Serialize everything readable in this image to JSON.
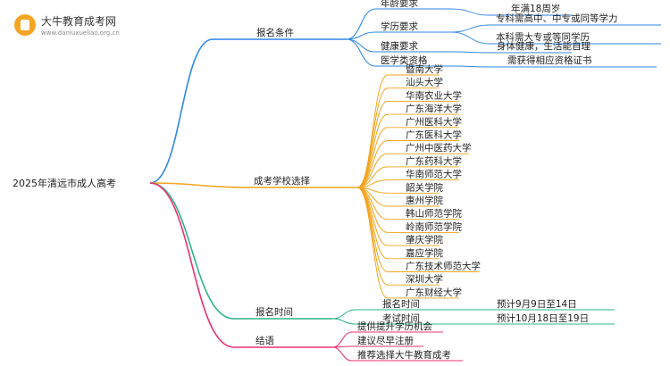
{
  "brand": {
    "name": "大牛教育成考网",
    "url": "www.daniuxueliao.org.cn",
    "logo_icon": "book-logo-icon"
  },
  "root": "2025年清远市成人高考",
  "colors": {
    "blue": "#2f86e6",
    "orange": "#f2a51c",
    "green": "#2fb48a",
    "pink": "#e8336f"
  },
  "branches": [
    {
      "label": "报名条件",
      "children": [
        {
          "label": "年龄要求",
          "children": [
            "年满18周岁"
          ]
        },
        {
          "label": "学历要求",
          "children": [
            "专科需高中、中专或同等学力",
            "本科需大专或等同学历"
          ]
        },
        {
          "label": "健康要求",
          "children": [
            "身体健康，生活能自理"
          ]
        },
        {
          "label": "医学类资格",
          "children": [
            "需获得相应资格证书"
          ]
        }
      ]
    },
    {
      "label": "成考学校选择",
      "children": [
        "暨南大学",
        "汕头大学",
        "华南农业大学",
        "广东海洋大学",
        "广州医科大学",
        "广东医科大学",
        "广州中医药大学",
        "广东药科大学",
        "华南师范大学",
        "韶关学院",
        "惠州学院",
        "韩山师范学院",
        "岭南师范学院",
        "肇庆学院",
        "嘉应学院",
        "广东技术师范大学",
        "深圳大学",
        "广东财经大学"
      ]
    },
    {
      "label": "报名时间",
      "children": [
        {
          "label": "报名时间",
          "children": [
            "预计9月9日至14日"
          ]
        },
        {
          "label": "考试时间",
          "children": [
            "预计10月18日至19日"
          ]
        }
      ]
    },
    {
      "label": "结语",
      "children": [
        "提供提升学历机会",
        "建议尽早注册",
        "推荐选择大牛教育成考"
      ]
    }
  ]
}
